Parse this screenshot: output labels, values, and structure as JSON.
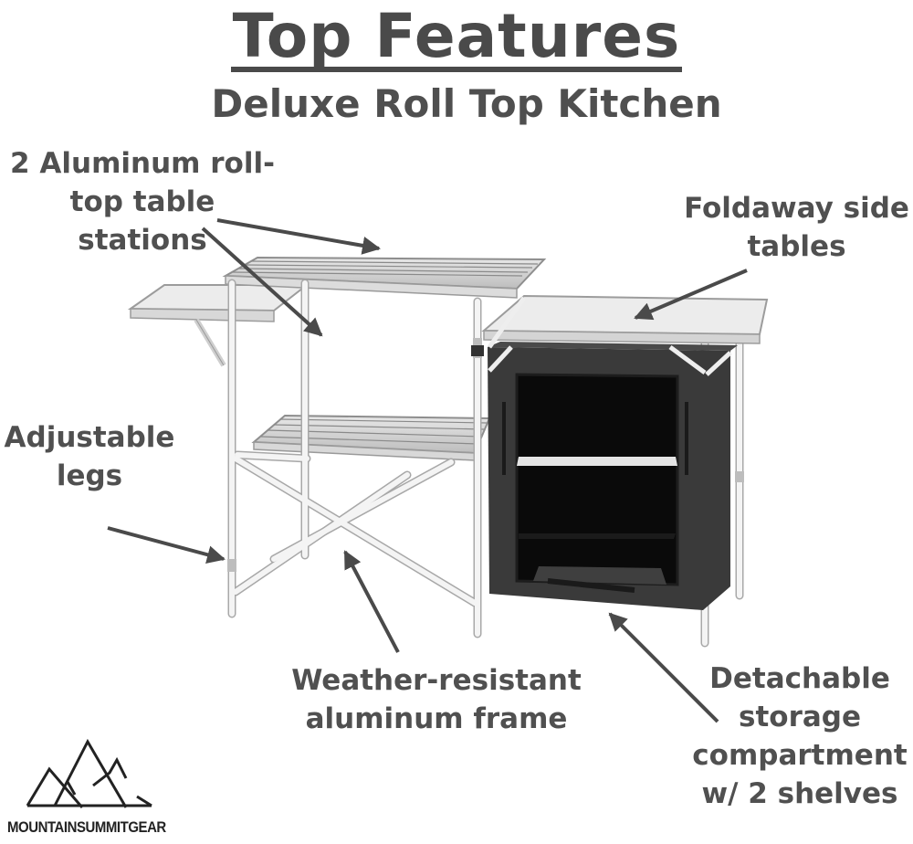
{
  "header": {
    "title": "Top Features",
    "subtitle": "Deluxe Roll Top Kitchen"
  },
  "features": {
    "aluminum_tables": [
      "2 Aluminum roll-",
      "top table",
      "stations"
    ],
    "foldaway_tables": [
      "Foldaway side",
      "tables"
    ],
    "adjustable_legs": [
      "Adjustable",
      "legs"
    ],
    "frame": [
      "Weather-resistant",
      "aluminum frame"
    ],
    "storage": [
      "Detachable",
      "storage",
      "compartment",
      "w/ 2 shelves"
    ]
  },
  "brand": {
    "name": "MOUNTAINSUMMITGEAR"
  },
  "colors": {
    "text": "#505050",
    "arrow": "#4a4a4a",
    "frame": "#f2f2f2",
    "cabinet": "#2e2e2e"
  }
}
